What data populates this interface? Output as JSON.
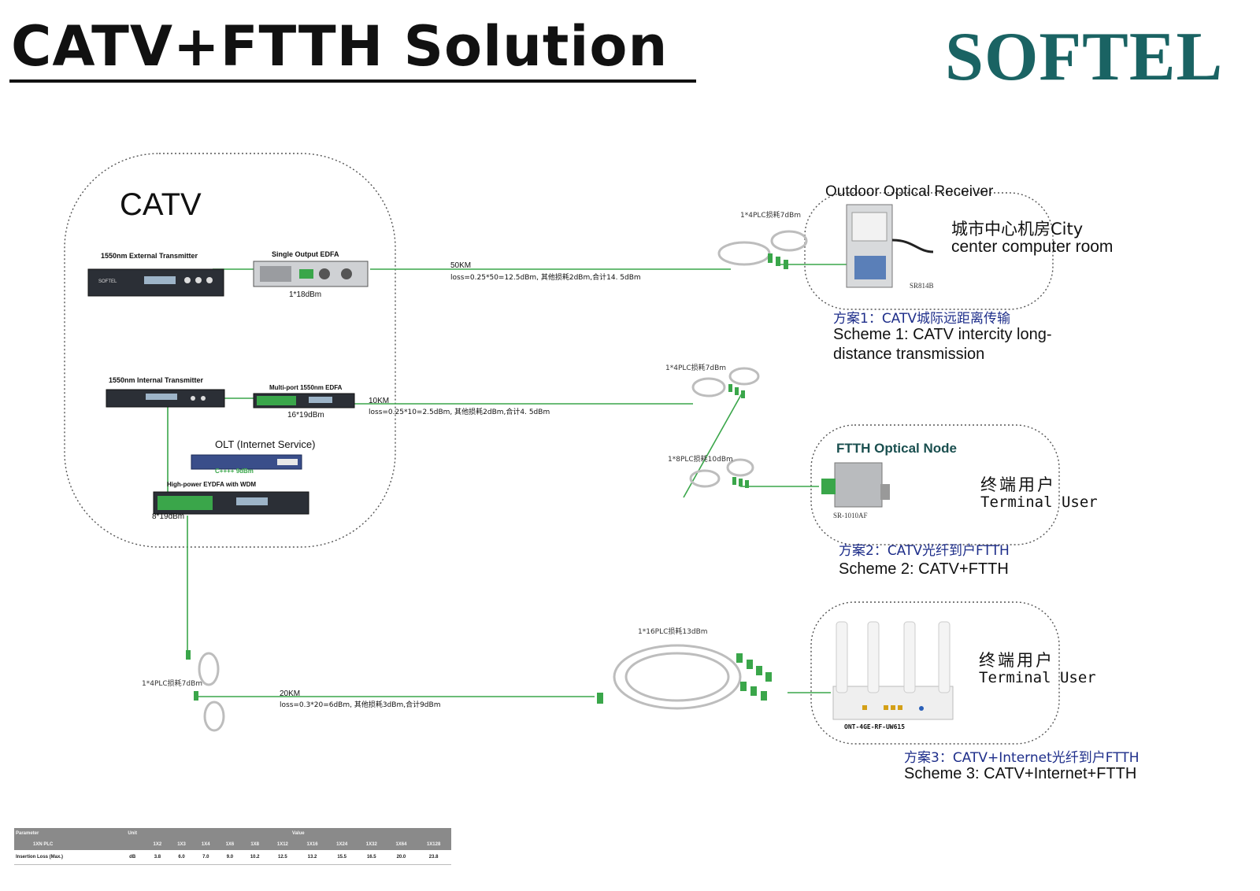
{
  "header": {
    "title": "CATV+FTTH Solution",
    "brand": "SOFTEL"
  },
  "catv": {
    "label": "CATV",
    "ext_tx_label": "1550nm External Transmitter",
    "ext_tx_brand": "SOFTEL",
    "single_edfa_label": "Single Output EDFA",
    "single_edfa_power": "1*18dBm",
    "int_tx_label": "1550nm Internal Transmitter",
    "multi_edfa_label": "Multi-port 1550nm EDFA",
    "multi_edfa_power": "16*19dBm",
    "olt_label": "OLT (Internet Service)",
    "olt_power": "C++++ 9dBm",
    "eydfa_label": "High-power EYDFA with WDM",
    "eydfa_power": "8*19dBm"
  },
  "links": {
    "link1_distance": "50KM",
    "link1_loss": "loss=0.25*50=12.5dBm, 其他损耗2dBm,合计14. 5dBm",
    "link2_distance": "10KM",
    "link2_loss": "loss=0.25*10=2.5dBm, 其他损耗2dBm,合计4. 5dBm",
    "link3_distance": "20KM",
    "link3_loss": "loss=0.3*20=6dBm, 其他损耗3dBm,合计9dBm"
  },
  "splitters": {
    "s1": "1*4PLC损耗7dBm",
    "s2": "1*4PLC损耗7dBm",
    "s3": "1*8PLC损耗10dBm",
    "s4": "1*4PLC损耗7dBm",
    "s5": "1*16PLC损耗13dBm"
  },
  "scheme1": {
    "receiver_title": "Outdoor Optical Receiver",
    "model": "SR814B",
    "location_cn": "城市中心机房City",
    "location_en": "center computer room",
    "title_cn": "方案1：CATV城际远距离传输",
    "title_en_line1": "Scheme 1: CATV intercity long-",
    "title_en_line2": "distance transmission"
  },
  "scheme2": {
    "node_title": "FTTH Optical Node",
    "model": "SR-1010AF",
    "user_cn": "终端用户",
    "user_en": "Terminal User",
    "title_cn": "方案2：CATV光纤到户FTTH",
    "title_en": "Scheme 2: CATV+FTTH"
  },
  "scheme3": {
    "model": "ONT-4GE-RF-UW615",
    "user_cn": "终端用户",
    "user_en": "Terminal User",
    "title_cn": "方案3：CATV+Internet光纤到户FTTH",
    "title_en": "Scheme 3: CATV+Internet+FTTH"
  },
  "table": {
    "headers": [
      "Parameter",
      "Unit",
      "Value"
    ],
    "subheader": [
      "1XN PLC",
      "1X2",
      "1X3",
      "1X4",
      "1X6",
      "1X8",
      "1X12",
      "1X16",
      "1X24",
      "1X32",
      "1X64",
      "1X128"
    ],
    "row_label": "Insertion Loss (Max.)",
    "row_unit": "dB",
    "row_values": [
      "3.8",
      "6.0",
      "7.0",
      "9.0",
      "10.2",
      "12.5",
      "13.2",
      "15.5",
      "16.5",
      "20.0",
      "23.8"
    ]
  },
  "colors": {
    "fiber": "#3aa64a",
    "brand": "#1a6363",
    "scheme_cn": "#1e2e8a",
    "device": "#2b2f36"
  }
}
